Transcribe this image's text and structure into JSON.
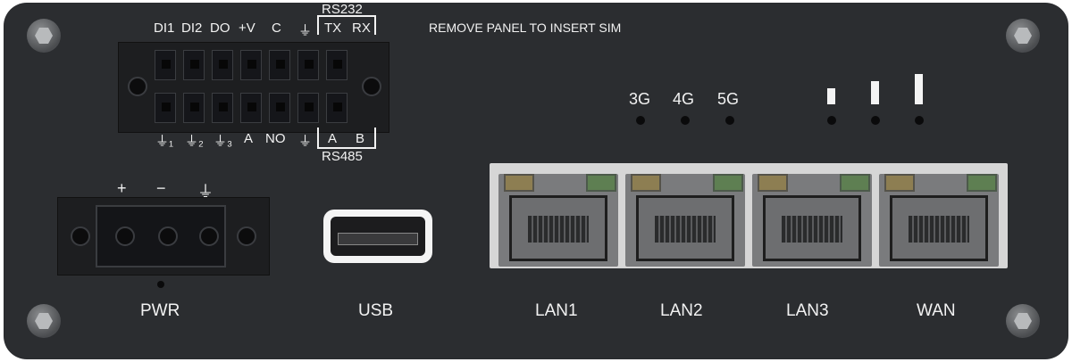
{
  "terminal_top_labels": [
    "DI1",
    "DI2",
    "DO",
    "+V",
    "C",
    "⏚",
    "TX",
    "RX"
  ],
  "terminal_bottom_labels": [
    "⏚₁",
    "⏚₂",
    "⏚₃",
    "A",
    "NO",
    "⏚",
    "A",
    "B"
  ],
  "rs232_label": "RS232",
  "rs485_label": "RS485",
  "sim_label": "REMOVE PANEL TO INSERT SIM",
  "network_leds": [
    "3G",
    "4G",
    "5G"
  ],
  "power_symbols": [
    "+",
    "−",
    "⏚"
  ],
  "ports": {
    "pwr": "PWR",
    "usb": "USB",
    "lan1": "LAN1",
    "lan2": "LAN2",
    "lan3": "LAN3",
    "wan": "WAN"
  },
  "colors": {
    "panel": "#2b2d30",
    "text": "#f2f2f2",
    "led_yellow": "#8d7e52",
    "led_green": "#5e7f52"
  }
}
